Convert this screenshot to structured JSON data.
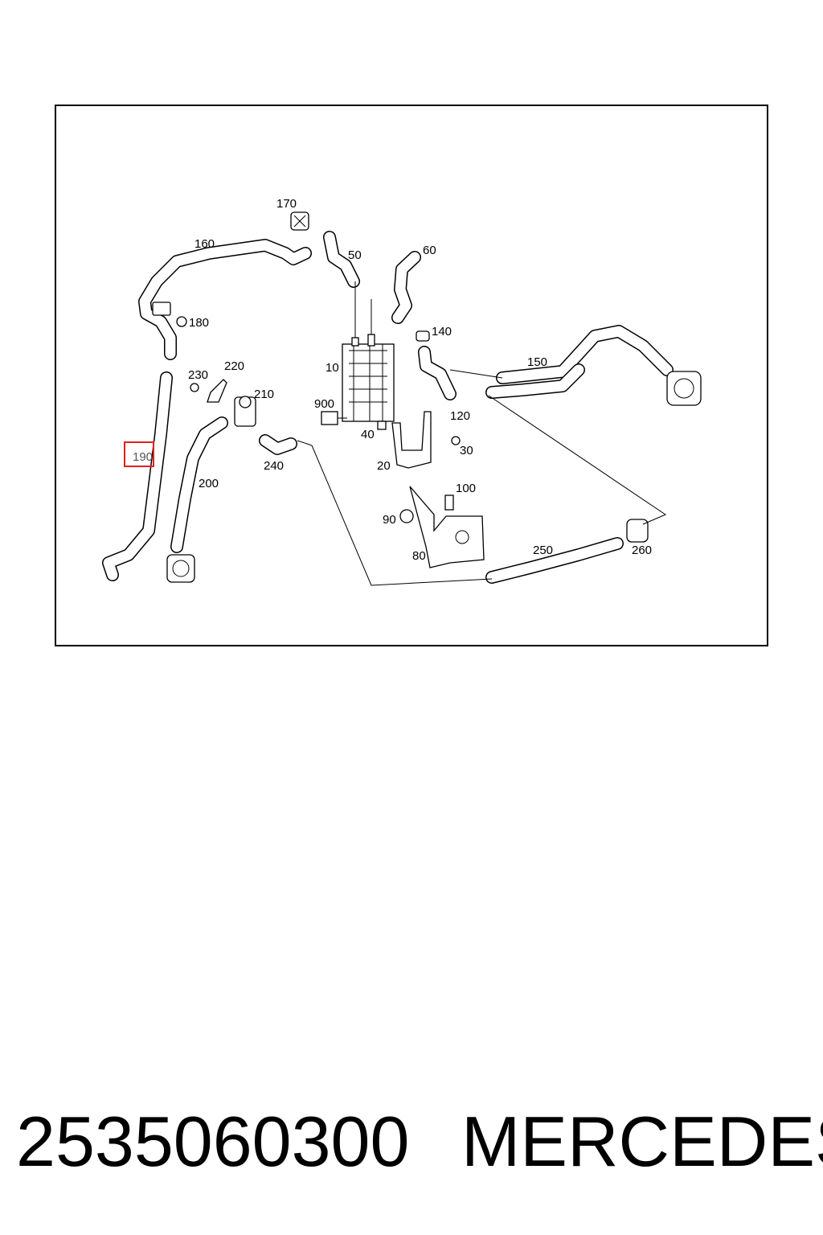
{
  "diagram": {
    "callouts": [
      "170",
      "160",
      "50",
      "60",
      "180",
      "140",
      "10",
      "150",
      "230",
      "220",
      "210",
      "900",
      "40",
      "120",
      "30",
      "20",
      "190",
      "200",
      "240",
      "100",
      "90",
      "250",
      "260",
      "80"
    ],
    "highlighted": "190",
    "highlight_color": "#e02020"
  },
  "footer": {
    "part_number": "2535060300",
    "brand": "MERCEDES"
  }
}
